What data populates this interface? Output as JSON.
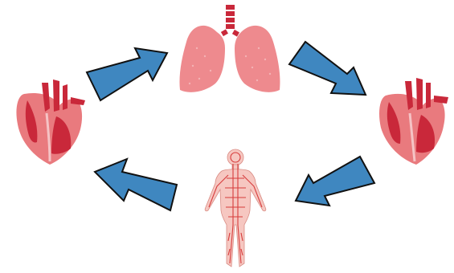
{
  "diagram": {
    "nodes": [
      {
        "id": "heart-left",
        "icon": "heart-icon"
      },
      {
        "id": "lungs",
        "icon": "lungs-icon"
      },
      {
        "id": "heart-right",
        "icon": "heart-icon"
      },
      {
        "id": "body",
        "icon": "human-circulatory-system-icon"
      }
    ],
    "edges": [
      {
        "from": "heart-left",
        "to": "lungs"
      },
      {
        "from": "lungs",
        "to": "heart-right"
      },
      {
        "from": "heart-right",
        "to": "body"
      },
      {
        "from": "body",
        "to": "heart-left"
      }
    ]
  },
  "colors": {
    "arrow_fill": "#3f87c0",
    "arrow_stroke": "#111111",
    "heart_light": "#e97a7e",
    "heart_dark": "#c9283a",
    "lung_fill": "#ee8a8e",
    "body_fill": "#f6c7c1",
    "vessel": "#d73c3c"
  }
}
